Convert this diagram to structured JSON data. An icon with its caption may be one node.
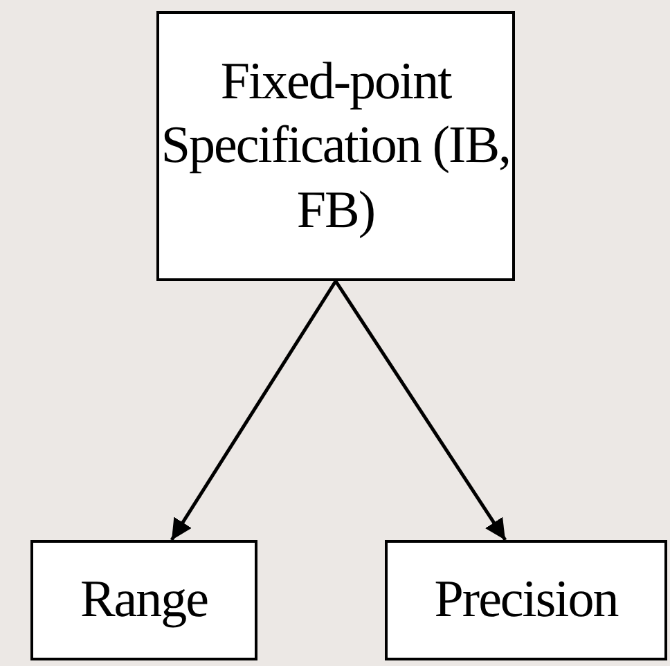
{
  "diagram": {
    "nodes": [
      {
        "text": [
          "Fixed-point Specification (IB, FB)"
        ]
      },
      {
        "text": [
          "Range"
        ]
      },
      {
        "text": [
          "Precision"
        ]
      }
    ],
    "edges": [
      {
        "from": 0,
        "to": 1,
        "arrow": "to"
      },
      {
        "from": 0,
        "to": 2,
        "arrow": "to"
      }
    ]
  }
}
